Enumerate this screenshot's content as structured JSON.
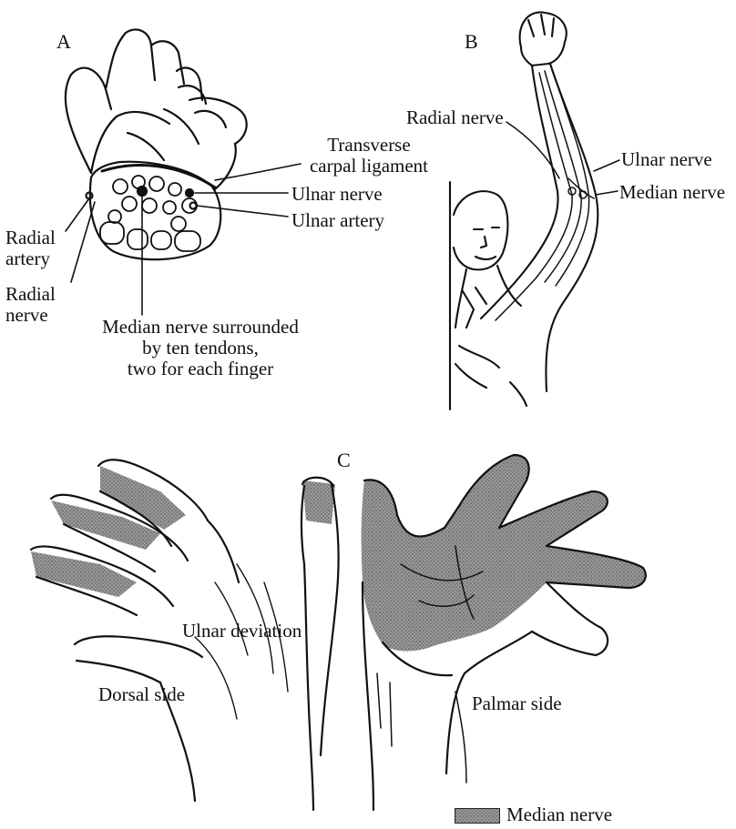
{
  "panels": {
    "a": {
      "letter": "A",
      "labels": {
        "transverse_ligament_line1": "Transverse",
        "transverse_ligament_line2": "carpal ligament",
        "ulnar_nerve": "Ulnar nerve",
        "ulnar_artery": "Ulnar artery",
        "radial_artery_line1": "Radial",
        "radial_artery_line2": "artery",
        "radial_nerve_line1": "Radial",
        "radial_nerve_line2": "nerve",
        "median_line1": "Median nerve surrounded",
        "median_line2": "by ten tendons,",
        "median_line3": "two for each finger"
      }
    },
    "b": {
      "letter": "B",
      "labels": {
        "radial_nerve": "Radial nerve",
        "ulnar_nerve": "Ulnar nerve",
        "median_nerve": "Median nerve"
      }
    },
    "c": {
      "letter": "C",
      "labels": {
        "ulnar_deviation": "Ulnar deviation",
        "dorsal_side": "Dorsal side",
        "palmar_side": "Palmar side"
      }
    }
  },
  "legend": {
    "label": "Median nerve",
    "swatch_color": "#8c8c8c"
  },
  "colors": {
    "ink": "#111111",
    "shading": "#8c8c8c",
    "background": "#ffffff"
  }
}
